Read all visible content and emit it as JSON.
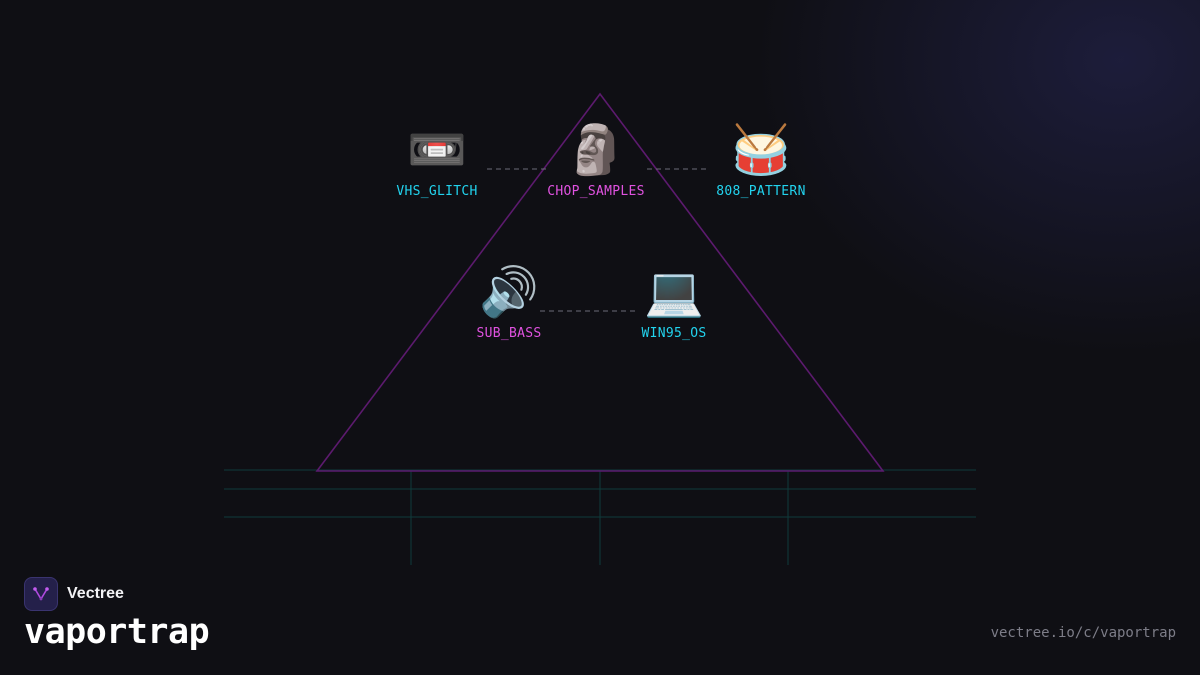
{
  "nodes": [
    {
      "id": "vhs",
      "label": "VHS_GLITCH",
      "emoji": "📼",
      "icon": "videocassette-icon",
      "color": "#22d3ee"
    },
    {
      "id": "chop",
      "label": "CHOP_SAMPLES",
      "emoji": "🗿",
      "icon": "moai-icon",
      "color": "#e052e0"
    },
    {
      "id": "808",
      "label": "808_PATTERN",
      "emoji": "🥁",
      "icon": "drum-icon",
      "color": "#22d3ee"
    },
    {
      "id": "sub",
      "label": "SUB_BASS",
      "emoji": "🔊",
      "icon": "speaker-icon",
      "color": "#e052e0"
    },
    {
      "id": "win95",
      "label": "WIN95_OS",
      "emoji": "💻",
      "icon": "laptop-icon",
      "color": "#22d3ee"
    }
  ],
  "edges": [
    {
      "from": "vhs",
      "to": "chop"
    },
    {
      "from": "chop",
      "to": "808"
    },
    {
      "from": "sub",
      "to": "win95"
    }
  ],
  "colors": {
    "triangle": "#5c1a6e",
    "grid": "#0f3b3b",
    "edge": "#6b6b78",
    "cyan": "#22d3ee",
    "magenta": "#e052e0"
  },
  "footer": {
    "brand_name": "Vectree",
    "brand_icon": "vectree-logo-icon",
    "title": "vaportrap",
    "url": "vectree.io/c/vaportrap"
  }
}
